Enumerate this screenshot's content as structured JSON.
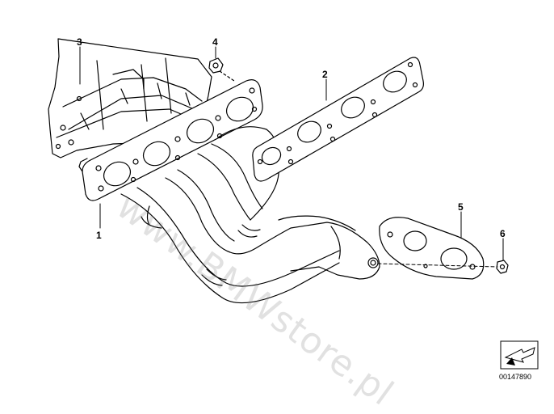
{
  "diagram": {
    "callouts": [
      {
        "id": "1",
        "label": "1"
      },
      {
        "id": "2",
        "label": "2"
      },
      {
        "id": "3",
        "label": "3"
      },
      {
        "id": "4",
        "label": "4"
      },
      {
        "id": "5",
        "label": "5"
      },
      {
        "id": "6",
        "label": "6"
      }
    ],
    "watermark": "www.BMWstore.pl",
    "document_number": "00147890",
    "nav_icon": "arrow-left-down-icon",
    "line_color": "#000000",
    "background": "#ffffff"
  }
}
